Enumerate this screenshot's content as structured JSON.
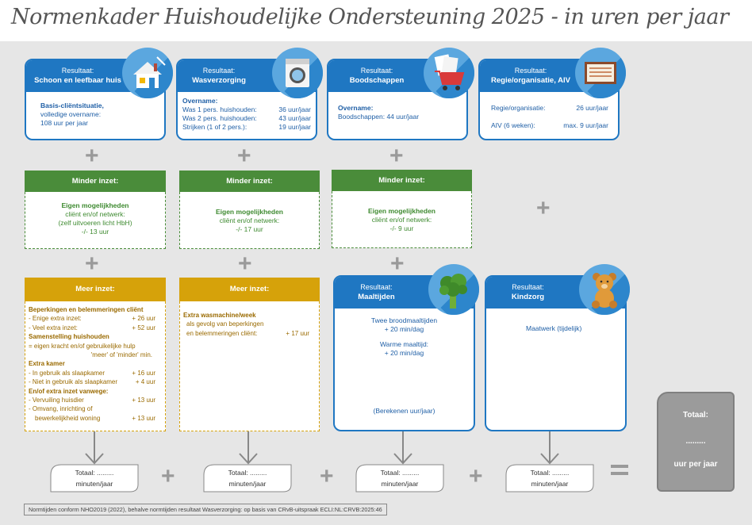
{
  "title": "Normenkader Huishoudelijke Ondersteuning 2025 - in uren per jaar",
  "resultaat_label": "Resultaat:",
  "boxes": {
    "schoon": {
      "title": "Schoon en leefbaar huis",
      "line1": "Basis-cliëntsituatie,",
      "line2": "volledige overname:",
      "line3": "108 uur per jaar"
    },
    "was": {
      "title": "Wasverzorging",
      "heading": "Overname:",
      "rows": [
        {
          "label": "Was 1 pers. huishouden:",
          "value": "36 uur/jaar"
        },
        {
          "label": "Was 2 pers. huishouden:",
          "value": "43 uur/jaar"
        },
        {
          "label": "Strijken (1 of 2 pers.):",
          "value": "19 uur/jaar"
        }
      ]
    },
    "boodschappen": {
      "title": "Boodschappen",
      "heading": "Overname:",
      "line": "Boodschappen:  44 uur/jaar"
    },
    "regie": {
      "title": "Regie/organisatie, AIV",
      "rows": [
        {
          "label": "Regie/organisatie:",
          "value": "26 uur/jaar"
        },
        {
          "label": "AIV (6 weken):",
          "value": "max. 9 uur/jaar"
        }
      ]
    },
    "maaltijden": {
      "title": "Maaltijden",
      "l1": "Twee broodmaaltijden",
      "l2": "+ 20 min/dag",
      "l3": "Warme maaltijd:",
      "l4": "+ 20 min/dag",
      "l5": "(Berekenen uur/jaar)"
    },
    "kindzorg": {
      "title": "Kindzorg",
      "l1": "Maatwerk (tijdelijk)"
    }
  },
  "minder": {
    "header": "Minder inzet:",
    "col1": {
      "l1": "Eigen mogelijkheden",
      "l2": "cliënt en/of netwerk:",
      "l3": "(zelf uitvoeren licht HbH)",
      "l4": "-/- 13 uur"
    },
    "col2": {
      "l1": "Eigen mogelijkheden",
      "l2": "cliënt en/of netwerk:",
      "l3": "-/- 17 uur"
    },
    "col3": {
      "l1": "Eigen mogelijkheden",
      "l2": "cliënt en/of netwerk:",
      "l3": "-/- 9 uur"
    }
  },
  "meer": {
    "header": "Meer inzet:",
    "col1": {
      "h1": "Beperkingen en belemmeringen cliënt",
      "r1": {
        "label": "- Enige extra inzet:",
        "value": "+    26 uur"
      },
      "r2": {
        "label": "- Veel extra inzet:",
        "value": "+    52 uur"
      },
      "h2": "Samenstelling huishouden",
      "t1": "= eigen kracht en/of gebruikelijke hulp",
      "t2": "'meer' of 'minder' min.",
      "h3": "Extra kamer",
      "r3": {
        "label": "- In gebruik als slaapkamer",
        "value": "+    16 uur"
      },
      "r4": {
        "label": "- Niet in gebruik als slaapkamer",
        "value": "+     4 uur"
      },
      "h4": "En/of extra inzet vanwege:",
      "r5": {
        "label": "- Vervuiling huisdier",
        "value": "+    13 uur"
      },
      "t3": "- Omvang, inrichting of",
      "r6": {
        "label": "  bewerkelijkheid woning",
        "value": "+    13 uur"
      }
    },
    "col2": {
      "h1": "Extra wasmachine/week",
      "t1": "als gevolg van beperkingen",
      "r1": {
        "label": "en belemmeringen cliënt:",
        "value": "+    17 uur"
      }
    }
  },
  "totals": {
    "line1": "Totaal: .........",
    "line2": "minuten/jaar"
  },
  "final": {
    "l1": "Totaal:",
    "l2": ".........",
    "l3": "uur per jaar"
  },
  "plus_glyph": "+",
  "footnote": "Normtijden conform NHO2019 (2022), behalve normtijden resultaat Wasverzorging: op basis van CRvB-uitspraak ECLI:NL:CRVB:2025:46",
  "icons": [
    "house-icon",
    "washing-machine-icon",
    "shopping-cart-icon",
    "calendar-icon",
    "broccoli-icon",
    "teddy-bear-icon"
  ],
  "colors": {
    "blue": "#1f77c2",
    "green": "#4a8c3a",
    "yellow": "#d6a20a",
    "grey": "#9b9b9b"
  }
}
